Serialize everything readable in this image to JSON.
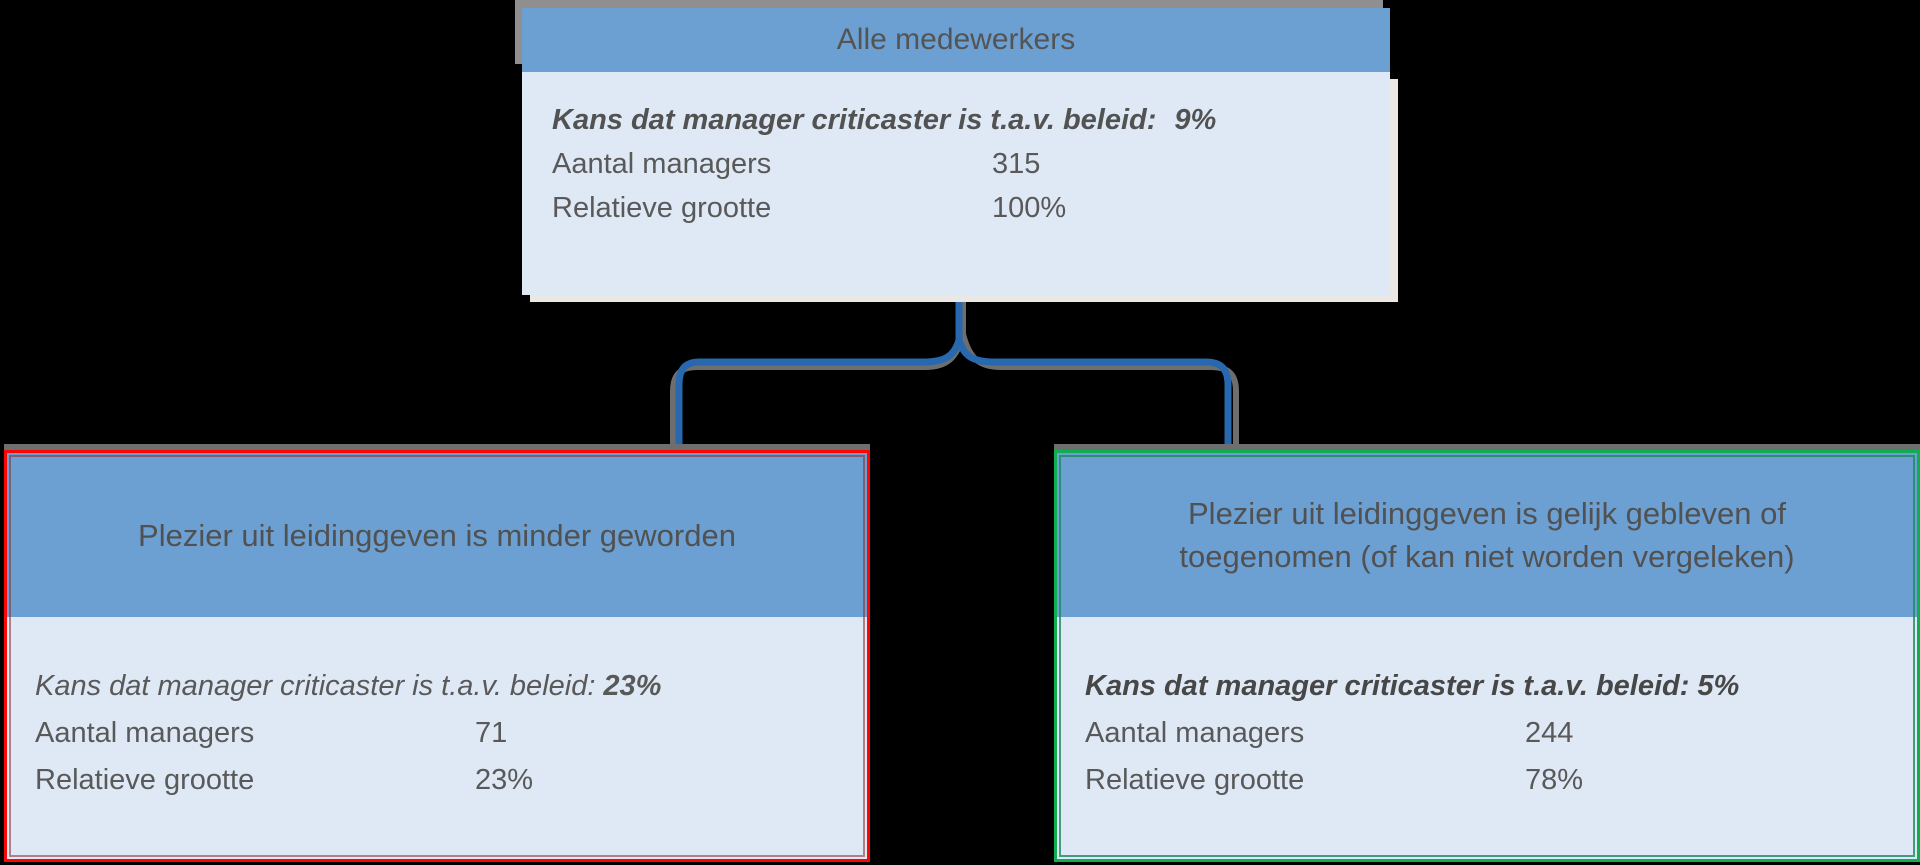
{
  "colors": {
    "header_blue": "#6CA0D3",
    "panel_blue": "#DFE9F5",
    "connector_blue": "#2768AE",
    "connector_shadow_gray": "#6E6E6E",
    "left_border_red": "#FB0505",
    "right_border_green": "#0FAE4E",
    "text_gray": "#575757"
  },
  "nodes": {
    "root": {
      "title": "Alle medewerkers",
      "kans_label": "Kans dat manager criticaster is t.a.v. beleid:",
      "kans_value": "9%",
      "rows": [
        {
          "label": "Aantal managers",
          "value": "315"
        },
        {
          "label": "Relatieve grootte",
          "value": "100%"
        }
      ]
    },
    "left": {
      "title": "Plezier uit leidinggeven is minder geworden",
      "kans_label": "Kans dat manager criticaster is t.a.v. beleid:",
      "kans_value": "23%",
      "rows": [
        {
          "label": "Aantal managers",
          "value": "71"
        },
        {
          "label": "Relatieve grootte",
          "value": "23%"
        }
      ]
    },
    "right": {
      "title": "Plezier uit leidinggeven is gelijk gebleven of toegenomen (of kan niet worden vergeleken)",
      "kans_label": "Kans dat manager criticaster is t.a.v. beleid:",
      "kans_value": "5%",
      "rows": [
        {
          "label": "Aantal managers",
          "value": "244"
        },
        {
          "label": "Relatieve grootte",
          "value": "78%"
        }
      ]
    }
  }
}
